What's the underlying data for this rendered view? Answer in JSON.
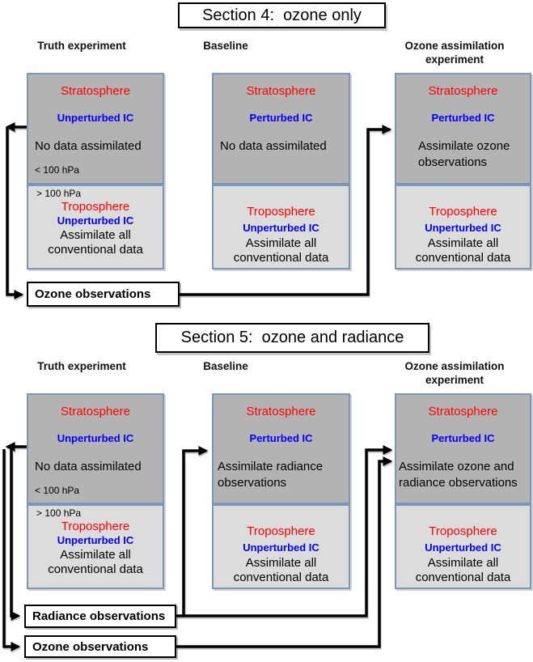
{
  "colors": {
    "label_red": "#FF0000",
    "ic_blue": "#0000FF",
    "stratosphere_fill": "#B3B3B3",
    "troposphere_fill": "#DCDCDC",
    "panel_border": "#7A96B8",
    "arrow_line": "#000000"
  },
  "sections": [
    {
      "title": "Section 4:  ozone only",
      "columns": [
        {
          "header": "Truth experiment",
          "strat": {
            "label": "Stratosphere",
            "ic": "Unperturbed IC",
            "body": "No data assimilated",
            "hpa": "< 100 hPa"
          },
          "trop": {
            "hpa": "> 100 hPa",
            "label": "Troposphere",
            "ic": "Unperturbed IC",
            "body": "Assimilate all\nconventional data"
          }
        },
        {
          "header": "Baseline",
          "strat": {
            "label": "Stratosphere",
            "ic": "Perturbed IC",
            "body": "No data assimilated"
          },
          "trop": {
            "label": "Troposphere",
            "ic": "Unperturbed IC",
            "body": "Assimilate all\nconventional data"
          }
        },
        {
          "header": "Ozone assimilation\nexperiment",
          "strat": {
            "label": "Stratosphere",
            "ic": "Perturbed IC",
            "body": "Assimilate ozone\nobservations"
          },
          "trop": {
            "label": "Troposphere",
            "ic": "Unperturbed IC",
            "body": "Assimilate all\nconventional data"
          }
        }
      ],
      "observations": [
        {
          "label": "Ozone observations"
        }
      ]
    },
    {
      "title": "Section 5:  ozone and radiance",
      "columns": [
        {
          "header": "Truth experiment",
          "strat": {
            "label": "Stratosphere",
            "ic": "Unperturbed IC",
            "body": "No data assimilated",
            "hpa": "< 100 hPa"
          },
          "trop": {
            "hpa": "> 100 hPa",
            "label": "Troposphere",
            "ic": "Unperturbed IC",
            "body": "Assimilate all\nconventional data"
          }
        },
        {
          "header": "Baseline",
          "strat": {
            "label": "Stratosphere",
            "ic": "Perturbed IC",
            "body": "Assimilate radiance\nobservations"
          },
          "trop": {
            "label": "Troposphere",
            "ic": "Unperturbed IC",
            "body": "Assimilate all\nconventional data"
          }
        },
        {
          "header": "Ozone assimilation\nexperiment",
          "strat": {
            "label": "Stratosphere",
            "ic": "Perturbed IC",
            "body": "Assimilate ozone and\nradiance observations"
          },
          "trop": {
            "label": "Troposphere",
            "ic": "Unperturbed IC",
            "body": "Assimilate all\nconventional data"
          }
        }
      ],
      "observations": [
        {
          "label": "Radiance observations"
        },
        {
          "label": "Ozone observations"
        }
      ]
    }
  ]
}
